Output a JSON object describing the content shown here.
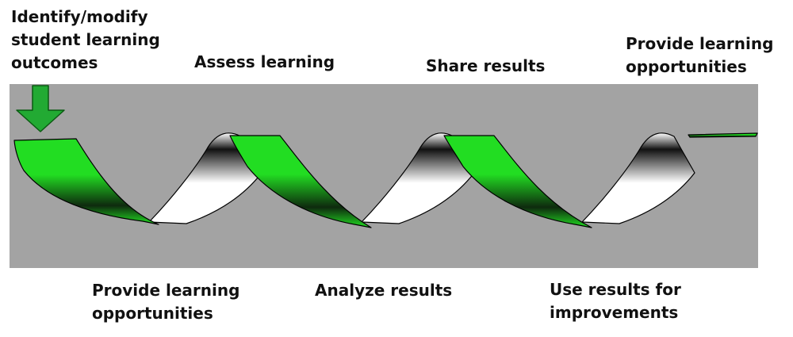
{
  "labels": {
    "top_left": [
      "Identify/modify",
      "student learning",
      "outcomes"
    ],
    "top_2": [
      "Assess learning"
    ],
    "top_3": [
      "Share results"
    ],
    "top_right": [
      "Provide learning",
      "opportunities"
    ],
    "bottom_1": [
      "Provide learning",
      "opportunities"
    ],
    "bottom_2": [
      "Analyze results"
    ],
    "bottom_3": [
      "Use results for",
      "improvements"
    ]
  },
  "icons": {
    "start_arrow": "down-arrow-icon"
  },
  "colors": {
    "band_background": "#a3a3a3",
    "ribbon_front": "#22dd22",
    "ribbon_front_dark": "#0e2a0e",
    "ribbon_back_light": "#ffffff",
    "ribbon_back_dark": "#111111",
    "arrow_fill": "#22aa33",
    "arrow_stroke": "#0b5a12"
  }
}
